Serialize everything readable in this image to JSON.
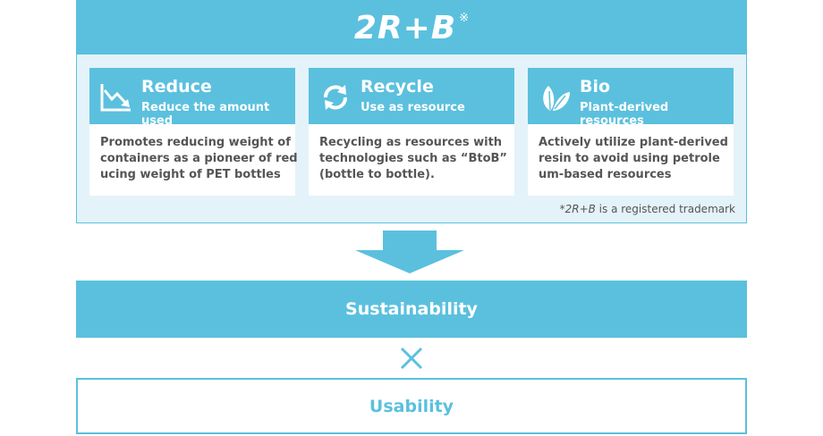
{
  "banner": {
    "title": "2R+B",
    "mark": "※"
  },
  "cards": [
    {
      "icon": "declining-chart-icon",
      "title": "Reduce",
      "subtitle": "Reduce the amount used",
      "body": [
        "Promotes reducing weight of",
        "containers as a pioneer of red",
        "ucing weight of PET bottles"
      ]
    },
    {
      "icon": "recycle-arrows-icon",
      "title": "Recycle",
      "subtitle": "Use as resource",
      "body": [
        "Recycling as resources with",
        "technologies such as “BtoB”",
        "(bottle to bottle)."
      ]
    },
    {
      "icon": "leaf-icon",
      "title": "Bio",
      "subtitle": "Plant-derived resources",
      "body": [
        "Actively utilize plant-derived",
        "resin to avoid using petrole",
        "um-based resources"
      ]
    }
  ],
  "trademark": {
    "mark": "*",
    "term": "2R+B",
    "text": " is a registered trademark"
  },
  "sustainability": "Sustainability",
  "times_icon": "times-icon",
  "usability": "Usability",
  "colors": {
    "accent": "#5bc0de",
    "panel": "#e3f3f9",
    "text": "#555555"
  }
}
